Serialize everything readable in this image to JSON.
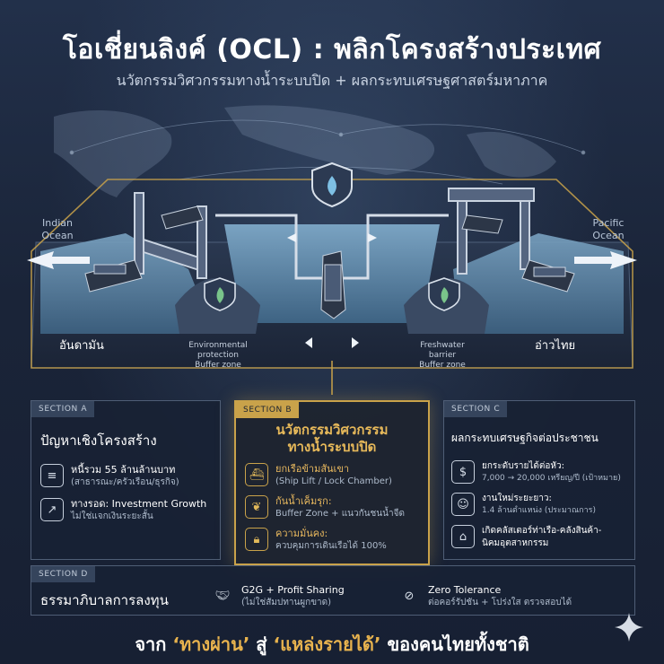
{
  "header": {
    "title": "โอเชี่ยนลิงค์ (OCL) : พลิกโครงสร้างประเทศ",
    "subtitle": "นวัตกรรมวิศวกรรมทางน้ำระบบปิด + ผลกระทบเศรษฐศาสตร์มหาภาค"
  },
  "illustration": {
    "left_ocean": "Indian\nOcean",
    "right_ocean": "Pacific\nOcean",
    "left_place": "อันดามัน",
    "right_place": "อ่าวไทย",
    "left_buffer_title": "Environmental\nprotection",
    "left_buffer_sub": "Buffer zone",
    "right_buffer_title": "Freshwater\nbarrier",
    "right_buffer_sub": "Buffer zone"
  },
  "sections": {
    "a": {
      "tag": "SECTION A",
      "title": "ปัญหาเชิงโครงสร้าง",
      "items": [
        {
          "icon": "debt-document-icon",
          "title": "หนี้รวม 55 ล้านล้านบาท",
          "sub": "(สาธารณะ/ครัวเรือน/ธุรกิจ)"
        },
        {
          "icon": "growth-chart-icon",
          "title": "ทางรอด: Investment Growth",
          "sub": "ไม่ใช่แจกเงินระยะสั้น"
        }
      ]
    },
    "b": {
      "tag": "SECTION B",
      "title": "นวัตกรรมวิศวกรรม\nทางน้ำระบบปิด",
      "items": [
        {
          "icon": "ship-icon",
          "title": "ยกเรือข้ามสันเขา",
          "sub": "(Ship Lift / Lock Chamber)"
        },
        {
          "icon": "leaf-shield-icon",
          "title": "กันน้ำเค็มรุก:",
          "sub": "Buffer Zone + แนวกันชนน้ำจืด"
        },
        {
          "icon": "lock-shield-icon",
          "title": "ความมั่นคง:",
          "sub": "ควบคุมการเดินเรือได้ 100%"
        }
      ]
    },
    "c": {
      "tag": "SECTION C",
      "title": "ผลกระทบเศรษฐกิจต่อประชาชน",
      "items": [
        {
          "icon": "income-hand-icon",
          "title": "ยกระดับรายได้ต่อหัว:",
          "sub": "7,000 → 20,000 เหรียญ/ปี (เป้าหมาย)"
        },
        {
          "icon": "workers-icon",
          "title": "งานใหม่ระยะยาว:",
          "sub": "1.4 ล้านตำแหน่ง (ประมาณการ)"
        },
        {
          "icon": "port-cluster-icon",
          "title": "เกิดคลัสเตอร์ท่าเรือ-คลังสินค้า-",
          "sub": "นิคมอุตสาหกรรม"
        }
      ]
    },
    "d": {
      "tag": "SECTION D",
      "title": "ธรรมาภิบาลการลงทุน",
      "items": [
        {
          "icon": "handshake-icon",
          "title": "G2G + Profit Sharing",
          "sub": "(ไม่ใช่สัมปทานผูกขาด)"
        },
        {
          "icon": "zero-shield-icon",
          "title": "Zero Tolerance",
          "sub": "ต่อคอร์รัปชัน + โปร่งใส ตรวจสอบได้"
        }
      ]
    }
  },
  "footer": {
    "before": "จาก ",
    "quote1": "‘ทางผ่าน’",
    "middle": " สู่ ",
    "quote2": "‘แหล่งรายได้’",
    "after": " ของคนไทยทั้งชาติ"
  },
  "colors": {
    "background": "#1a2436",
    "accent_gold": "#c9a24a",
    "water": "#5f86a8",
    "panel_border": "#4f5e76"
  }
}
